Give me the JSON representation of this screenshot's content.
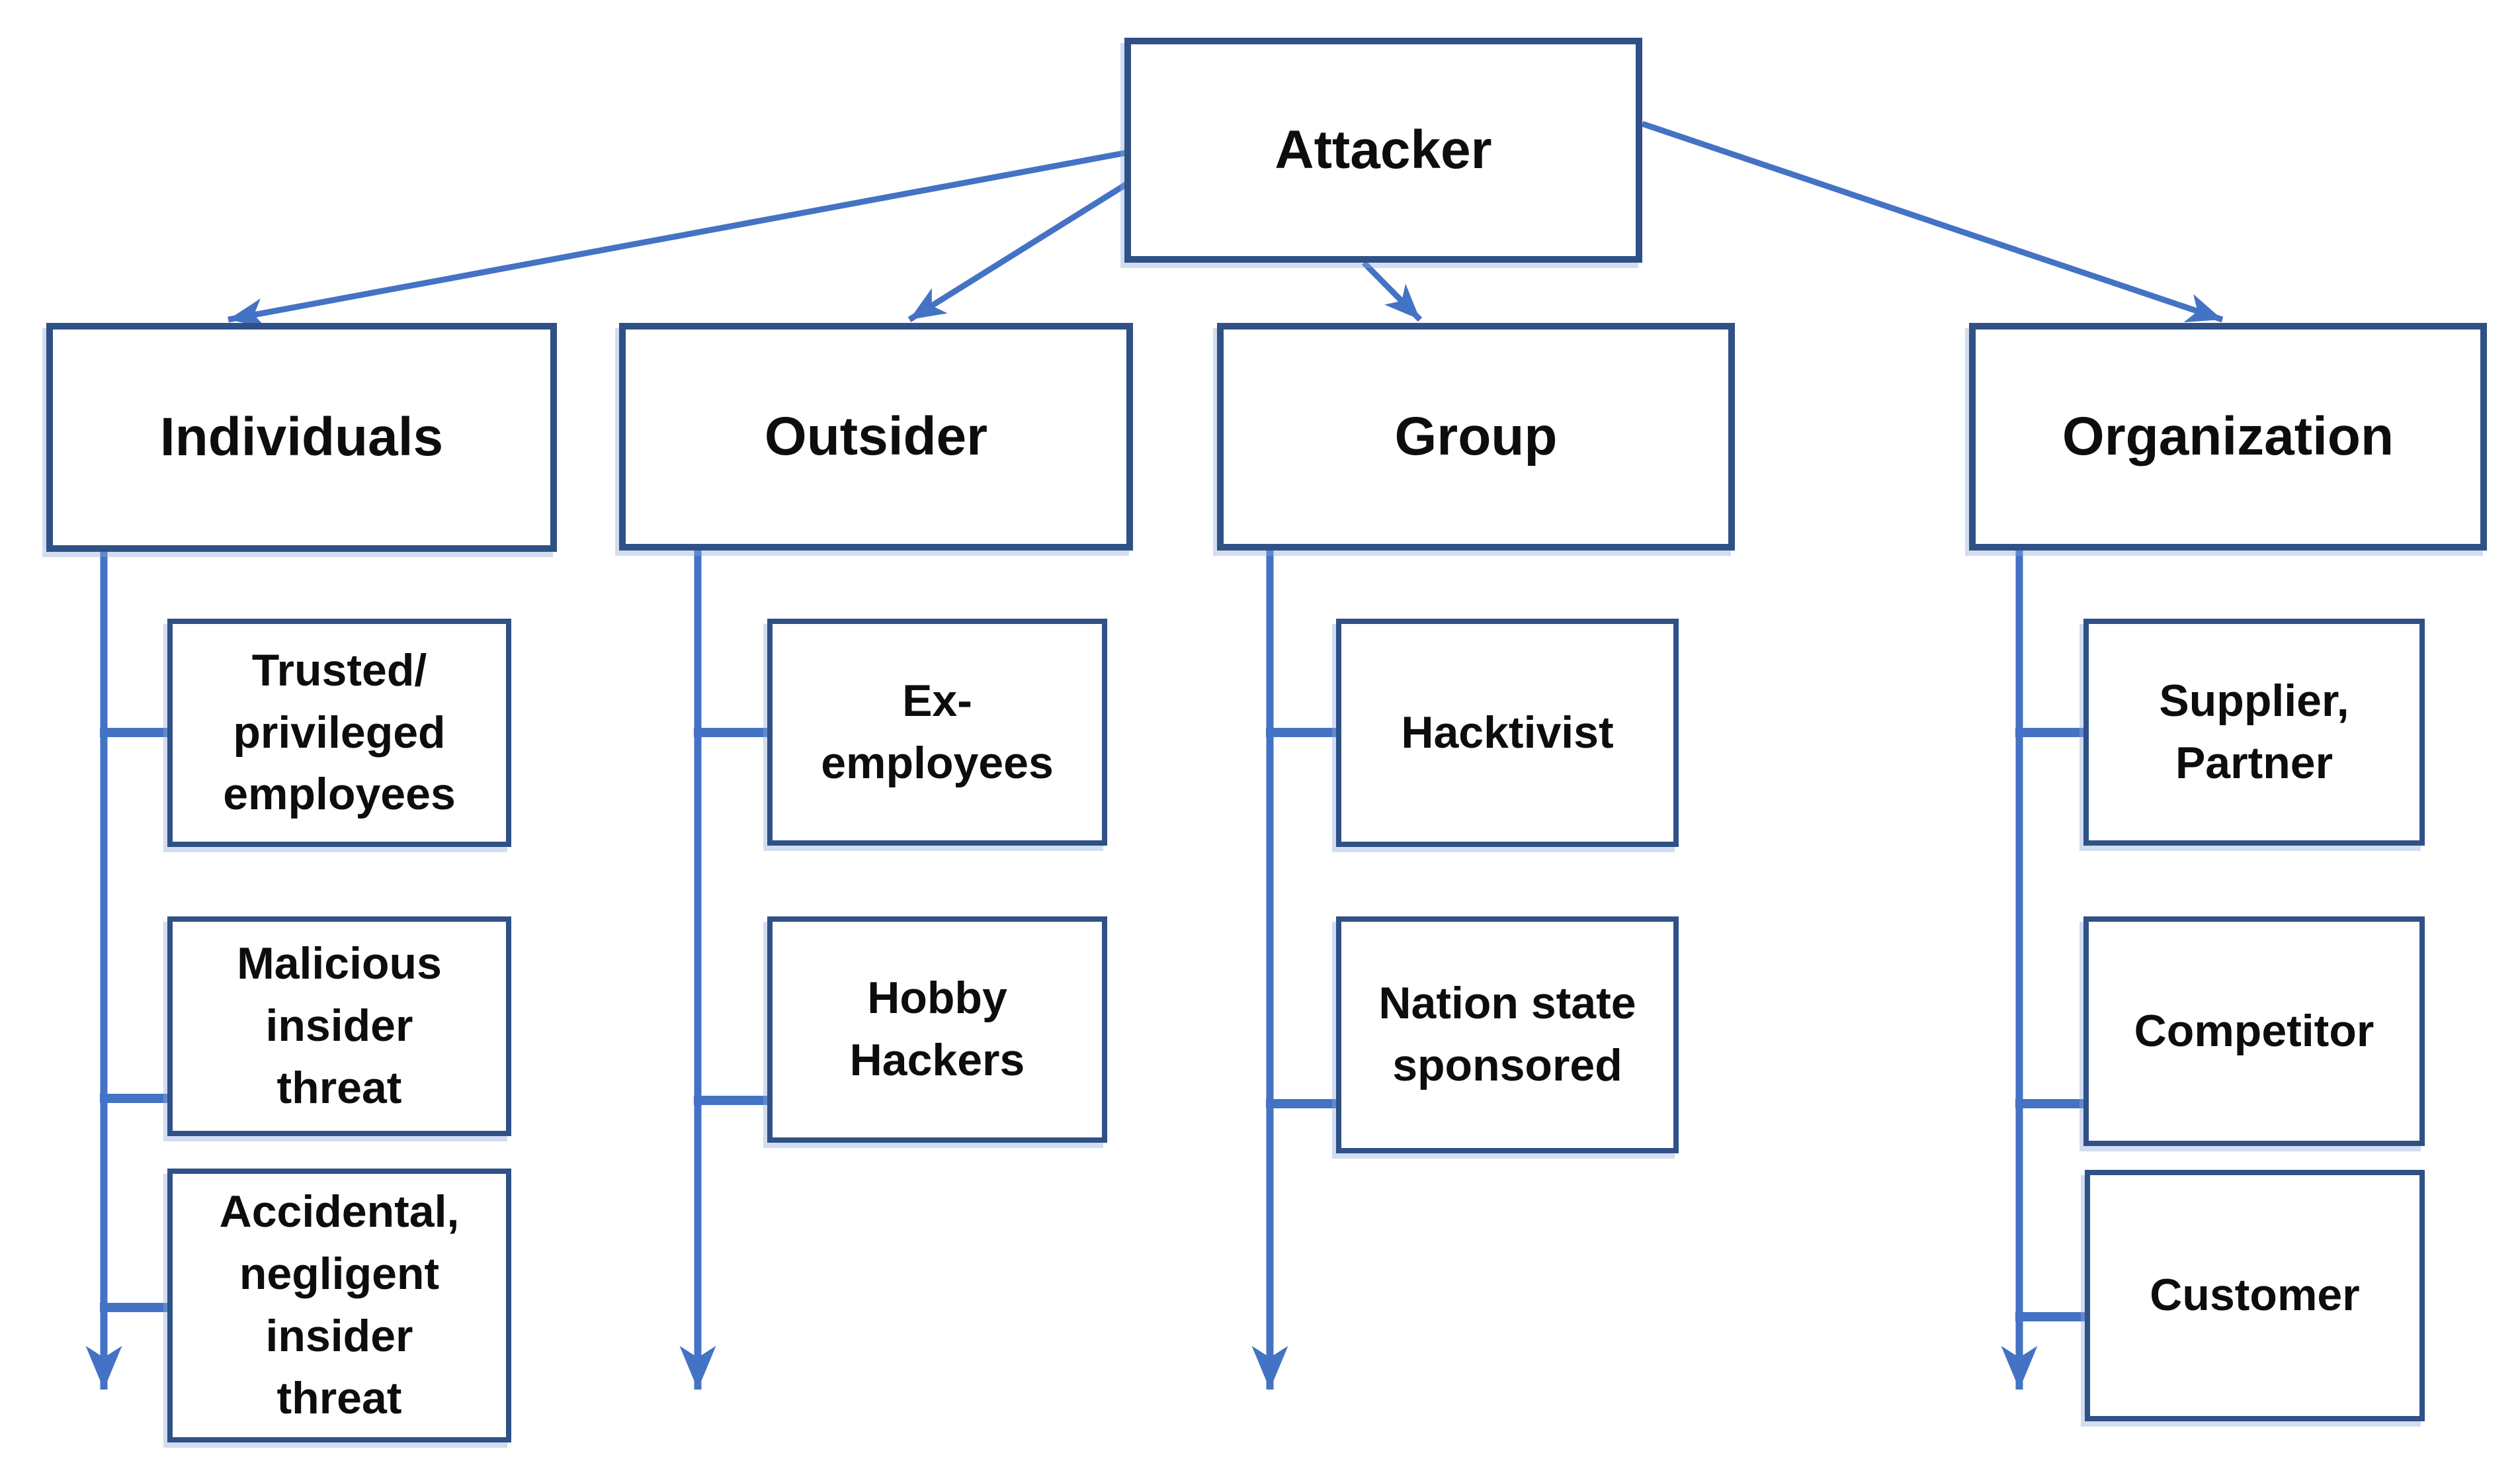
{
  "diagram": {
    "nodes": {
      "attacker": {
        "label": "Attacker"
      },
      "individuals": {
        "label": "Individuals"
      },
      "outsider": {
        "label": "Outsider"
      },
      "group": {
        "label": "Group"
      },
      "organization": {
        "label": "Organization"
      },
      "trusted": {
        "label": "Trusted/\nprivileged\nemployees"
      },
      "malicious": {
        "label": "Malicious\ninsider\nthreat"
      },
      "accidental": {
        "label": "Accidental,\nnegligent\ninsider\nthreat"
      },
      "ex_employees": {
        "label": "Ex-\nemployees"
      },
      "hobby_hackers": {
        "label": "Hobby\nHackers"
      },
      "hacktivist": {
        "label": "Hacktivist"
      },
      "nation_state": {
        "label": "Nation state\nsponsored"
      },
      "supplier_partner": {
        "label": "Supplier,\nPartner"
      },
      "competitor": {
        "label": "Competitor"
      },
      "customer": {
        "label": "Customer"
      }
    },
    "edges": [
      {
        "from": "attacker",
        "to": "individuals"
      },
      {
        "from": "attacker",
        "to": "outsider"
      },
      {
        "from": "attacker",
        "to": "group"
      },
      {
        "from": "attacker",
        "to": "organization"
      },
      {
        "from": "individuals",
        "to": "trusted"
      },
      {
        "from": "individuals",
        "to": "malicious"
      },
      {
        "from": "individuals",
        "to": "accidental"
      },
      {
        "from": "outsider",
        "to": "ex_employees"
      },
      {
        "from": "outsider",
        "to": "hobby_hackers"
      },
      {
        "from": "group",
        "to": "hacktivist"
      },
      {
        "from": "group",
        "to": "nation_state"
      },
      {
        "from": "organization",
        "to": "supplier_partner"
      },
      {
        "from": "organization",
        "to": "competitor"
      },
      {
        "from": "organization",
        "to": "customer"
      }
    ],
    "colors": {
      "box_border": "#2F5186",
      "connector": "#4472C4",
      "text": "#0d0d0d",
      "background": "#FFFFFF"
    }
  }
}
